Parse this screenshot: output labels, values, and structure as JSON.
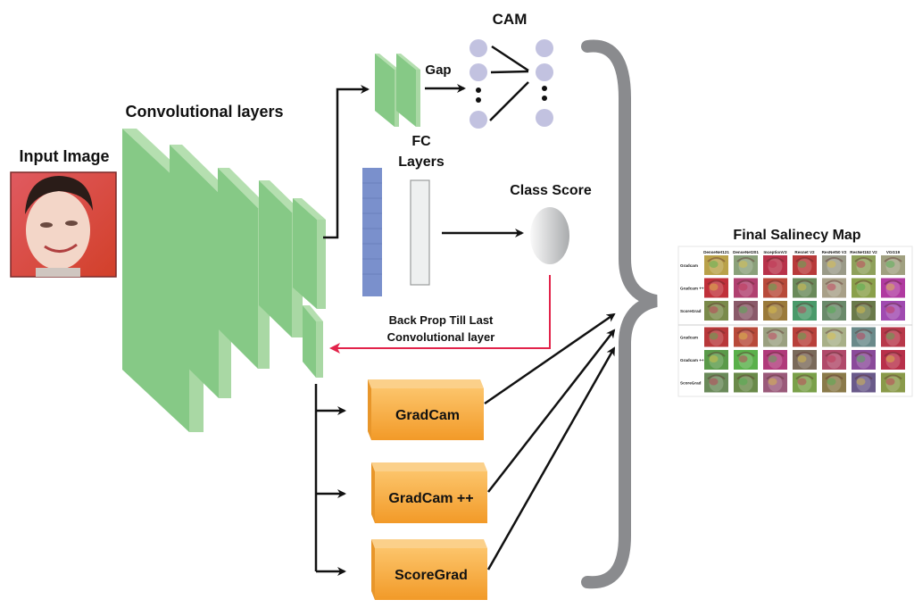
{
  "labels": {
    "input_image": "Input Image",
    "conv_layers": "Convolutional layers",
    "cam": "CAM",
    "gap": "Gap",
    "fc_line1": "FC",
    "fc_line2": "Layers",
    "class_score": "Class Score",
    "backprop_line1": "Back Prop Till Last",
    "backprop_line2": "Convolutional layer",
    "final_map": "Final Salinecy Map"
  },
  "methods": [
    {
      "name": "GradCam"
    },
    {
      "name": "GradCam ++"
    },
    {
      "name": "ScoreGrad"
    }
  ],
  "saliency_grid": {
    "columns": [
      "DenseNet121",
      "DenseNet201",
      "InceptionV3",
      "Resnet V2",
      "ResNet50 V2",
      "ResNet152 V2",
      "VGG19"
    ],
    "rows": [
      "Gradcam",
      "Gradcam ++",
      "ScoreGrad",
      "Gradcam",
      "Gradcam ++",
      "ScoreGrad"
    ],
    "cell_colors": [
      [
        "#b9a14a",
        "#8aa07a",
        "#b8324a",
        "#b83a3a",
        "#9a9a88",
        "#8ea05a",
        "#a0a080"
      ],
      [
        "#c0303a",
        "#b04070",
        "#b84a3a",
        "#6a8a5a",
        "#a8a088",
        "#8aa04a",
        "#b03aa0"
      ],
      [
        "#7a8a4a",
        "#8a5a6a",
        "#9a7a3a",
        "#4a9a6a",
        "#6a8a6a",
        "#6a7a4a",
        "#a04ab0"
      ],
      [
        "#b8383a",
        "#b84a3a",
        "#9aa080",
        "#b8403a",
        "#a8b088",
        "#6a8a8a",
        "#b8384a"
      ],
      [
        "#5a9a4a",
        "#5ab04a",
        "#b03a7a",
        "#7a6a5a",
        "#b04a6a",
        "#8a4a9a",
        "#b8304a"
      ],
      [
        "#6a8a5a",
        "#6a8a4a",
        "#9a5a7a",
        "#7aa04a",
        "#8a7a4a",
        "#6a5a8a",
        "#8a9a4a"
      ]
    ]
  },
  "colors": {
    "conv_face": "#86c986",
    "conv_side": "#a9d8a4",
    "conv_top": "#b5dfb0",
    "fc_blue": "#7a90cc",
    "fc_gray": "#eef0f0",
    "cam_node": "#c2c2e0",
    "orange_front": "#f5a93a",
    "orange_top": "#fbd08a",
    "orange_side": "#e8962a",
    "brace": "#8a8b8e",
    "backprop_red": "#e2234a",
    "face_bg": "#d9484a"
  }
}
